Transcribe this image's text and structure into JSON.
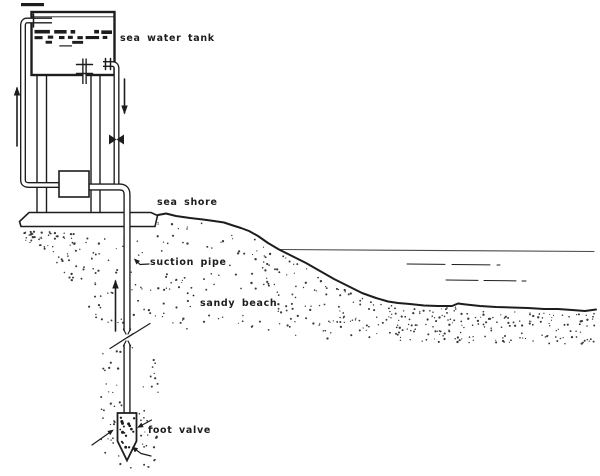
{
  "labels": {
    "tank": "sea water tank",
    "shore": "sea shore",
    "suction_pipe": "suction pipe",
    "beach": "sandy beach",
    "foot_valve": "foot valve"
  },
  "colors": {
    "ink": "#1d1d1d",
    "paper": "#ffffff"
  }
}
